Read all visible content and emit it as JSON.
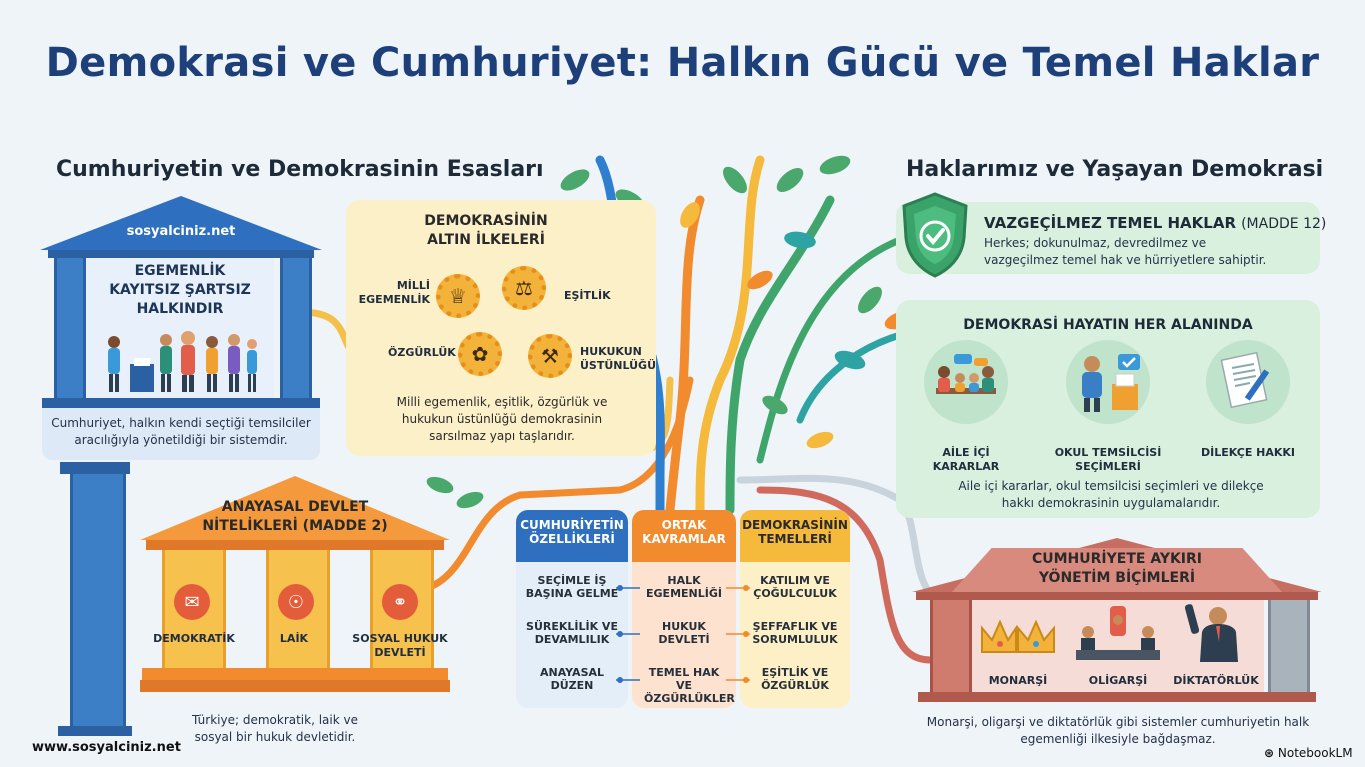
{
  "title": "Demokrasi ve Cumhuriyet: Halkın Gücü ve Temel Haklar",
  "left_heading": "Cumhuriyetin ve Demokrasinin Esasları",
  "right_heading": "Haklarımız ve Yaşayan Demokrasi",
  "temple": {
    "site": "sosyalciniz.net",
    "heading": "EGEMENLİK KAYITSIZ ŞARTSIZ HALKINDIR",
    "caption": "Cumhuriyet, halkın kendi seçtiği temsilciler aracılığıyla yönetildiği bir sistemdir."
  },
  "principles": {
    "heading": "DEMOKRASİNİN ALTIN İLKELERİ",
    "items": [
      {
        "label": "MİLLİ EGEMENLİK",
        "icon": "crown-icon"
      },
      {
        "label": "EŞİTLİK",
        "icon": "scales-icon"
      },
      {
        "label": "ÖZGÜRLÜK",
        "icon": "dove-icon"
      },
      {
        "label": "HUKUKUN ÜSTÜNLÜĞÜ",
        "icon": "gavel-icon"
      }
    ],
    "caption": "Milli egemenlik, eşitlik, özgürlük ve hukukun üstünlüğü demokrasinin sarsılmaz yapı taşlarıdır."
  },
  "constitutional": {
    "heading": "ANAYASAL DEVLET NİTELİKLERİ (MADDE 2)",
    "pillars": [
      {
        "label": "DEMOKRATİK",
        "icon": "ballot-icon"
      },
      {
        "label": "LAİK",
        "icon": "globe-icon"
      },
      {
        "label": "SOSYAL HUKUK DEVLETİ",
        "icon": "handshake-icon"
      }
    ],
    "caption": "Türkiye; demokratik, laik ve sosyal bir hukuk devletidir."
  },
  "table": {
    "headers": [
      "CUMHURİYETİN ÖZELLİKLERİ",
      "ORTAK KAVRAMLAR",
      "DEMOKRASİNİN TEMELLERİ"
    ],
    "rows": [
      [
        "SEÇİMLE İŞ BAŞINA GELME",
        "HALK EGEMENLİĞİ",
        "KATILIM VE ÇOĞULCULUK"
      ],
      [
        "SÜREKLİLİK VE DEVAMLILIK",
        "HUKUK DEVLETİ",
        "ŞEFFAFLIK VE SORUMLULUK"
      ],
      [
        "ANAYASAL DÜZEN",
        "TEMEL HAK VE ÖZGÜRLÜKLER",
        "EŞİTLİK VE ÖZGÜRLÜK"
      ]
    ]
  },
  "rights": {
    "heading": "VAZGEÇİLMEZ TEMEL HAKLAR",
    "article": "(MADDE 12)",
    "text": "Herkes; dokunulmaz, devredilmez ve vazgeçilmez temel hak ve hürriyetlere sahiptir."
  },
  "life": {
    "heading": "DEMOKRASİ HAYATIN HER ALANINDA",
    "items": [
      {
        "label": "AİLE İÇİ KARARLAR",
        "icon": "family-icon"
      },
      {
        "label": "OKUL TEMSİLCİSİ SEÇİMLERİ",
        "icon": "student-vote-icon"
      },
      {
        "label": "DİLEKÇE HAKKI",
        "icon": "petition-icon"
      }
    ],
    "caption": "Aile içi kararlar, okul temsilcisi seçimleri ve dilekçe hakkı demokrasinin uygulamalarıdır."
  },
  "against": {
    "heading": "CUMHURİYETE AYKIRI YÖNETİM BİÇİMLERİ",
    "items": [
      {
        "label": "MONARŞİ",
        "icon": "crowns-icon"
      },
      {
        "label": "OLİGARŞİ",
        "icon": "council-icon"
      },
      {
        "label": "DİKTATÖRLÜK",
        "icon": "dictator-icon"
      }
    ],
    "caption": "Monarşi, oligarşi ve diktatörlük gibi sistemler cumhuriyetin halk egemenliği ilkesiyle bağdaşmaz."
  },
  "footer": {
    "site": "www.sosyalciniz.net",
    "brand": "NotebookLM"
  },
  "colors": {
    "title": "#1d3f7a",
    "blue": "#3c7fc6",
    "orange": "#f28a2e",
    "yellow": "#f5b93b",
    "green": "#4aa86c",
    "red": "#d05a4c"
  }
}
